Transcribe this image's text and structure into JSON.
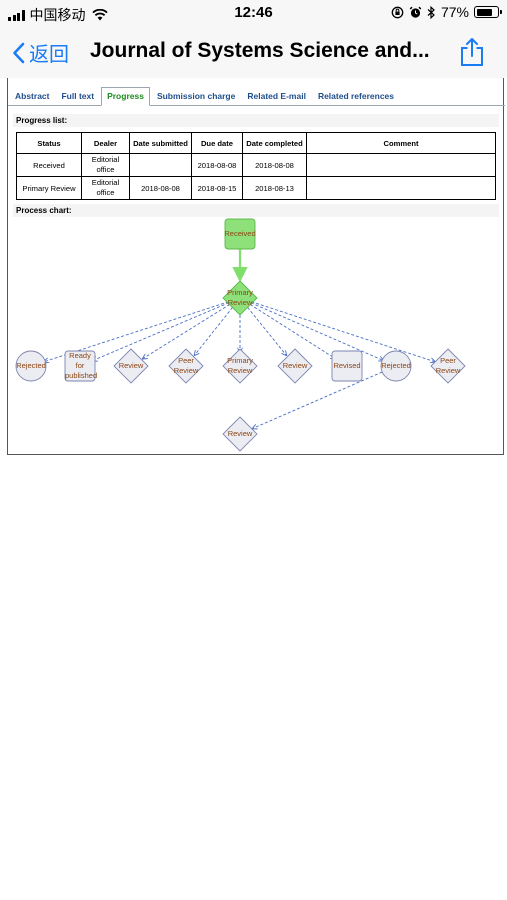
{
  "status_bar": {
    "carrier": "中国移动",
    "time": "12:46",
    "battery_percent": "77%",
    "battery_level": 0.77
  },
  "nav": {
    "back_label": "返回",
    "title": "Journal of Systems Science and..."
  },
  "tabs": [
    {
      "label": "Abstract",
      "active": false
    },
    {
      "label": "Full text",
      "active": false
    },
    {
      "label": "Progress",
      "active": true
    },
    {
      "label": "Submission charge",
      "active": false
    },
    {
      "label": "Related E-mail",
      "active": false
    },
    {
      "label": "Related references",
      "active": false
    }
  ],
  "progress": {
    "section_label": "Progress list:",
    "headers": [
      "Status",
      "Dealer",
      "Date submitted",
      "Due date",
      "Date completed",
      "Comment"
    ],
    "rows": [
      {
        "status": "Received",
        "dealer": "Editorial office",
        "date_submitted": "",
        "due_date": "2018-08-08",
        "date_completed": "2018-08-08",
        "comment": ""
      },
      {
        "status": "Primary Review",
        "dealer": "Editorial office",
        "date_submitted": "2018-08-08",
        "due_date": "2018-08-15",
        "date_completed": "2018-08-13",
        "comment": ""
      }
    ]
  },
  "chart": {
    "section_label": "Process chart:",
    "nodes": {
      "received": "Received",
      "primary_review": "Primary Review",
      "rejected_1": "Rejected",
      "ready_for_published": "Ready for published",
      "review_1": "Review",
      "peer_review_1": "Peer Review",
      "primary_review_2": "Primary Review",
      "review_2": "Review",
      "revised": "Revised",
      "rejected_2": "Rejected",
      "peer_review_2": "Peer Review",
      "review_3": "Review"
    },
    "colors": {
      "active_fill": "#8ee07a",
      "active_stroke": "#5cb848",
      "active_arrow": "#7ee06a",
      "inactive_fill": "#ececf3",
      "inactive_stroke": "#7d86b0",
      "dashed_edge": "#4a6fc4",
      "label": "#8b4513"
    }
  }
}
